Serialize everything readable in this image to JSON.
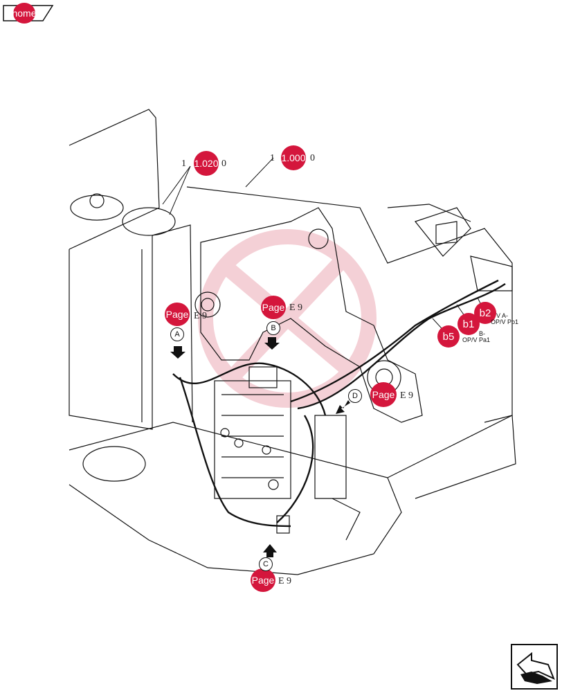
{
  "nav": {
    "home_label": "home",
    "back_icon": "back-arrow-icon"
  },
  "references": [
    {
      "badge": "1.020",
      "suffix": "0"
    },
    {
      "badge": "1.000",
      "suffix": "0"
    }
  ],
  "page_links": [
    {
      "badge": "Page",
      "suffix": "E  9"
    },
    {
      "badge": "Page",
      "suffix": "E  9"
    },
    {
      "badge": "Page",
      "suffix": "E  9"
    },
    {
      "badge": "Page",
      "suffix": "E  9"
    }
  ],
  "callouts": {
    "b2": "b2",
    "b1": "b1",
    "b5": "b5"
  },
  "port_labels": {
    "a_line1": "V A-",
    "a_line2": "OP/V Pb1",
    "b_line1": "B-",
    "b_line2": "OP/V Pa1"
  },
  "view_letters": {
    "a": "A",
    "b": "B",
    "c": "C",
    "d": "D"
  },
  "colors": {
    "accent": "#d4163c",
    "line": "#111111",
    "watermark": "#f3c8cf"
  }
}
